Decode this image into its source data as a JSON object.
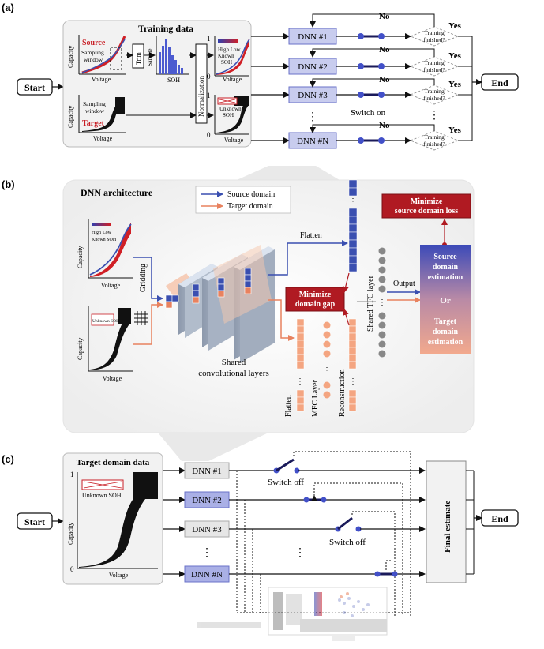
{
  "panel_a": {
    "label": "(a)",
    "start": "Start",
    "end": "End",
    "training_title": "Training data",
    "source_text": "Source",
    "target_text": "Target",
    "sampling_window": "Sampling window",
    "trim": "Trim",
    "sample": "Sample",
    "soh": "SOH",
    "normalization": "Normalization",
    "high_low_known": "High Low Known SOH",
    "unknown_soh": "Unknown SOH",
    "capacity": "Capacity",
    "voltage": "Voltage",
    "axis_one": "1",
    "axis_zero": "0",
    "dnn_labels": [
      "DNN #1",
      "DNN #2",
      "DNN #3",
      "DNN #N"
    ],
    "no": "No",
    "yes": "Yes",
    "training_finished": "Training finished?",
    "switch_on": "Switch on",
    "ellipsis": "⋮"
  },
  "panel_b": {
    "label": "(b)",
    "title": "DNN architecture",
    "legend_source": "Source domain",
    "legend_target": "Target domain",
    "gridding": "Gridding",
    "shared_conv": "Shared convolutional layers",
    "flatten": "Flatten",
    "mfc_layer": "MFC Layer",
    "reconstruction": "Reconstruction",
    "shared_tfc": "Shared TFC layer",
    "output": "Output",
    "minimize_gap": "Minimize domain gap",
    "minimize_source": "Minimize source domain loss",
    "source_estimation": "Source domain estimation",
    "or": "Or",
    "target_estimation": "Target domain estimation",
    "capacity": "Capacity",
    "voltage": "Voltage",
    "known_soh": "High Low Known SOH",
    "unknown_soh": "Unknown SOH"
  },
  "panel_c": {
    "label": "(c)",
    "start": "Start",
    "end": "End",
    "target_title": "Target domain data",
    "unknown_soh": "Unknown SOH",
    "capacity": "Capacity",
    "voltage": "Voltage",
    "axis_one": "1",
    "axis_zero": "0",
    "dnn_labels": [
      "DNN #1",
      "DNN #2",
      "DNN #3",
      "DNN #N"
    ],
    "switch_off": "Switch off",
    "final_estimate": "Final estimate",
    "ellipsis": "⋮"
  },
  "colors": {
    "source": "#3a4fb0",
    "target": "#e8825f",
    "dnn_fill": "#c8ccee",
    "dnn_fill_dark": "#aab0e6",
    "red_box": "#b01a22",
    "switch_node": "#4250c8",
    "panel_bg": "#f0f0f0"
  }
}
